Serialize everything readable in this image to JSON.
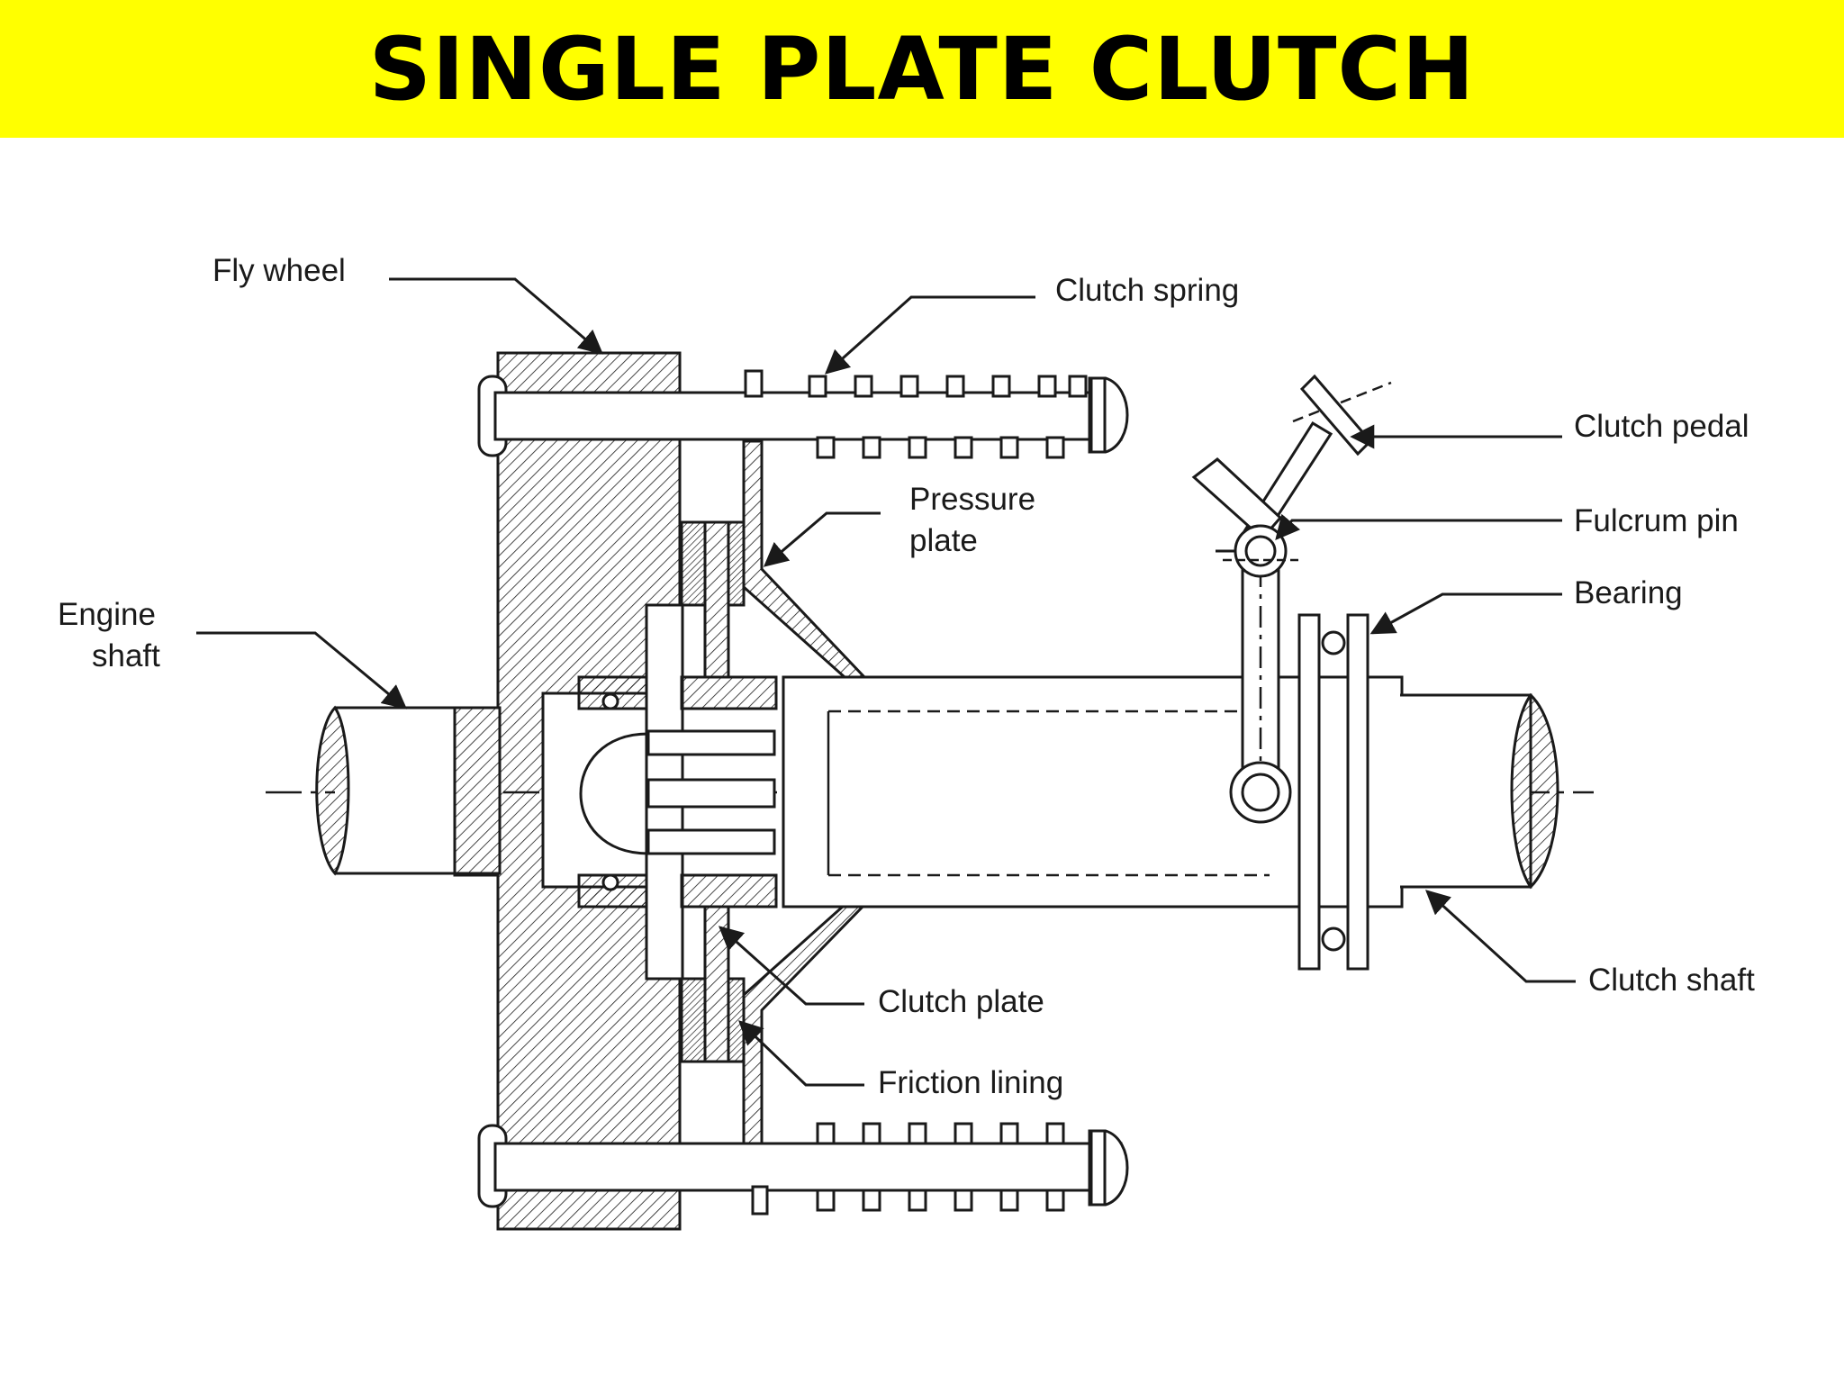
{
  "title": "SINGLE PLATE CLUTCH",
  "labels": {
    "fly_wheel": "Fly wheel",
    "clutch_spring": "Clutch spring",
    "pressure_plate_1": "Pressure",
    "pressure_plate_2": "plate",
    "engine_shaft_1": "Engine",
    "engine_shaft_2": "shaft",
    "clutch_pedal": "Clutch pedal",
    "fulcrum_pin": "Fulcrum pin",
    "bearing": "Bearing",
    "clutch_shaft": "Clutch shaft",
    "clutch_plate": "Clutch plate",
    "friction_lining": "Friction lining"
  },
  "colors": {
    "title_background": "#ffff00",
    "title_text": "#000000",
    "line": "#1a1a1a"
  }
}
